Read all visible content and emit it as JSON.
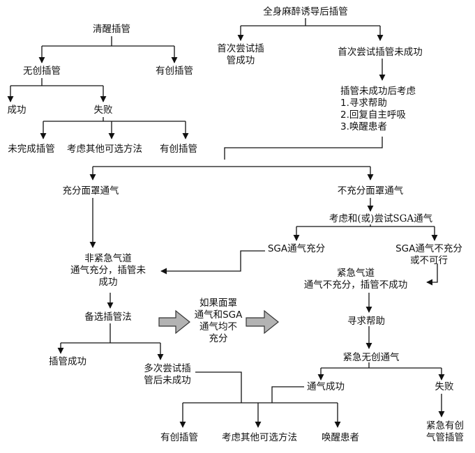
{
  "colors": {
    "line": "#111111",
    "bigArrowFill": "#b3b3b3",
    "bigArrowStroke": "#333333"
  },
  "nodes": {
    "awake": "清醒插管",
    "noninvasive": "无创插管",
    "invasive_left": "有创插管",
    "success_left": "成功",
    "failure_left": "失败",
    "not_completed": "未完成插管",
    "consider_alt_top": "考虑其他可选方法",
    "invasive_top_right": "有创插管",
    "ga_induction": "全身麻醉诱导后插管",
    "first_success_l1": "首次尝试插",
    "first_success_l2": "管成功",
    "first_fail": "首次尝试插管未成功",
    "consider_title": "插管未成功后考虑",
    "consider_1": "1.寻求帮助",
    "consider_2": "2.回复自主呼吸",
    "consider_3": "3.唤醒患者",
    "adequate_mask": "充分面罩通气",
    "inadequate_mask": "不充分面罩通气",
    "consider_sga": "考虑和(或)尝试SGA通气",
    "sga_adequate": "SGA通气充分",
    "sga_inadequate_l1": "SGA通气不充分",
    "sga_inadequate_l2": "或不可行",
    "nonemergency_l1": "非紧急气道",
    "nonemergency_l2": "通气充分，插管未",
    "nonemergency_l3": "成功",
    "emergency_l1": "紧急气道",
    "emergency_l2": "通气不充分，插管不成功",
    "alternative": "备选插管法",
    "if_mask_l1": "如果面罩",
    "if_mask_l2": "通气和SGA",
    "if_mask_l3": "通气均不",
    "if_mask_l4": "充分",
    "seek_help": "寻求帮助",
    "intubation_success": "插管成功",
    "multi_fail_l1": "多次尝试插",
    "multi_fail_l2": "管后未成功",
    "emergency_noninvasive": "紧急无创通气",
    "vent_success": "通气成功",
    "failure_right": "失败",
    "emergency_invasive_l1": "紧急有创",
    "emergency_invasive_l2": "气管插管",
    "invasive_bottom": "有创插管",
    "consider_alt_bottom": "考虑其他可选方法",
    "wake_patient": "唤醒患者"
  }
}
